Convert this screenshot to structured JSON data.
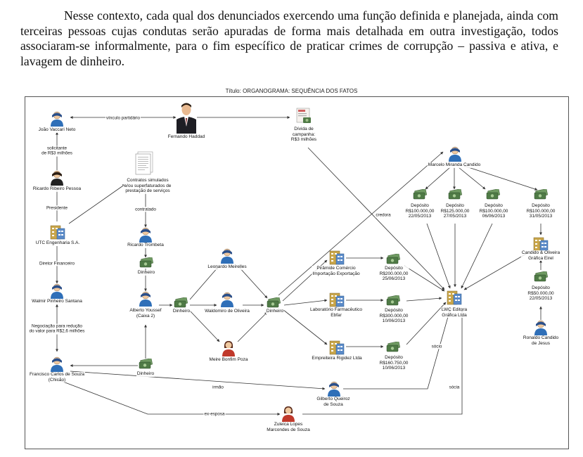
{
  "document": {
    "paragraph": "Nesse contexto, cada qual dos denunciados exercendo uma função definida e planejada, ainda com terceiras pessoas cujas condutas serão apuradas de forma mais detalhada em outra investigação, todos associaram-se informalmente, para o fim específico de praticar crimes de corrupção – passiva e ativa, e lavagem de dinheiro."
  },
  "figure": {
    "title": "Título: ORGANOGRAMA: SEQUÊNCIA DOS FATOS",
    "nodes": {
      "joao": [
        "João Vaccari Neto"
      ],
      "fernando": [
        "Fernando Haddad"
      ],
      "divida": [
        "Dívida de",
        "campanha:",
        "R$3 milhões"
      ],
      "ricardo_pessoa": [
        "Ricardo Ribeiro Pessoa"
      ],
      "contratos": [
        "Contratos simulados",
        "e/ou superfaturados de",
        "prestação de serviços"
      ],
      "marcelo": [
        "Marcelo Miranda Candido"
      ],
      "utc": [
        "UTC Engenharia S.A."
      ],
      "ricardo_trombeta": [
        "Ricardo Trombeta"
      ],
      "dinheiro_1": [
        "Dinheiro"
      ],
      "leonardo": [
        "Leonardo Meirelles"
      ],
      "walmir": [
        "Walmir Pinheiro Santana"
      ],
      "alberto": [
        "Alberto Youssef",
        "(Caixa 2)"
      ],
      "dinheiro_2": [
        "Dinheiro"
      ],
      "waldomiro": [
        "Waldomiro de Oliveira"
      ],
      "dinheiro_3": [
        "Dinheiro"
      ],
      "rigidez": [
        "Empreiteira Rigidez Ltda"
      ],
      "ebfar": [
        "Laboratório Farmacêutico",
        "Ebfar"
      ],
      "piramide": [
        "Pirâmide Comércio",
        "Importação Exportação"
      ],
      "meire": [
        "Meire Bonfim Poza"
      ],
      "francisco": [
        "Francisco Carlos de Souza",
        "(Chicão)"
      ],
      "dinheiro_4": [
        "Dinheiro"
      ],
      "gilberto": [
        "Gilberto Queiroz",
        "de Souza"
      ],
      "zuleica": [
        "Zuleica Lopes",
        "Marcondes de Souza"
      ],
      "lwc": [
        "LWC Editora",
        "Gráfica Ltda"
      ],
      "candido": [
        "Candido & Oliveira",
        "Gráfica Eirel"
      ],
      "ronaldo": [
        "Ronaldo Candido",
        "de Jesus"
      ],
      "dep_m1": [
        "Depósito",
        "R$100.000,00",
        "22/05/2013"
      ],
      "dep_m2": [
        "Depósito",
        "R$125.000,00",
        "27/05/2013"
      ],
      "dep_m3": [
        "Depósito",
        "R$100.000,00",
        "06/06/2013"
      ],
      "dep_m4": [
        "Depósito",
        "R$100.000,00",
        "31/05/2013"
      ],
      "dep_p": [
        "Depósito",
        "R$200.000,00",
        "25/06/2013"
      ],
      "dep_e": [
        "Depósito",
        "R$300.000,00",
        "10/06/2013"
      ],
      "dep_r": [
        "Depósito",
        "R$160.750,00",
        "10/06/2013"
      ],
      "dep_rc": [
        "Depósito",
        "R$50.000,00",
        "22/05/2013"
      ]
    },
    "edges": {
      "vinculo": [
        "vínculo partidário"
      ],
      "solicitante": [
        "solicitante",
        "de R$3 milhões"
      ],
      "presidente": [
        "Presidente"
      ],
      "contratado": [
        "contratado"
      ],
      "diretor": [
        "Diretor Financeiro"
      ],
      "negociacao": [
        "Negociação para redução",
        "do valor para R$2,6 milhões"
      ],
      "credora": [
        "credora"
      ],
      "socio": [
        "sócio"
      ],
      "socia": [
        "sócia"
      ],
      "irmao": [
        "irmão"
      ],
      "exesposa": [
        "ex-esposa"
      ]
    },
    "icons": {
      "person_male": "person-icon",
      "person_female": "female-person-icon",
      "company": "building-icon",
      "money": "money-bills-icon",
      "document": "document-icon",
      "invoice": "invoice-icon",
      "photo": "photo-portrait-icon"
    },
    "colors": {
      "person_blue": "#2f6fb8",
      "person_skin": "#f0c9a0",
      "female_red": "#c0392b",
      "building": "#c9a64a",
      "money_green": "#4f7a46",
      "line": "#333333"
    }
  }
}
